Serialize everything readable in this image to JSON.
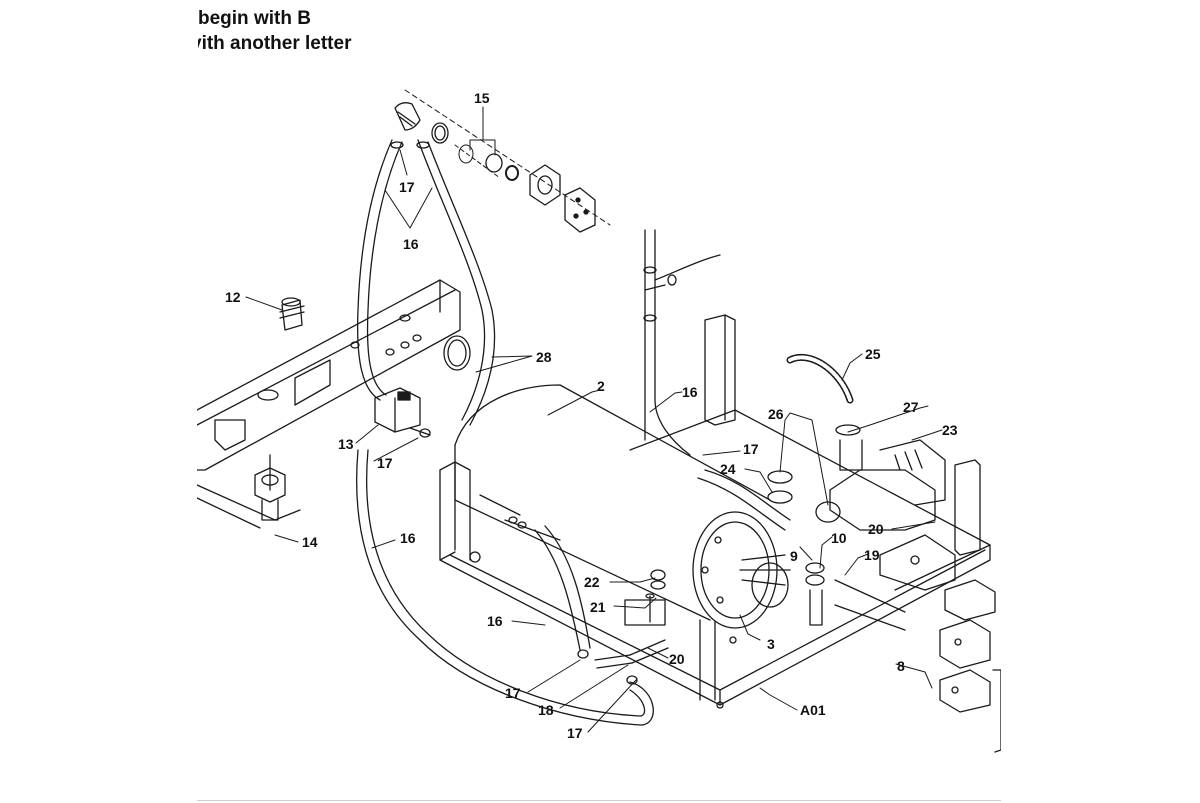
{
  "header": {
    "line1": "begin with B",
    "line2": "vith another letter"
  },
  "callouts": {
    "c2": "2",
    "c3": "3",
    "c8": "8",
    "c9": "9",
    "c10": "10",
    "c12": "12",
    "c13": "13",
    "c14": "14",
    "c15": "15",
    "c16a": "16",
    "c16b": "16",
    "c16c": "16",
    "c16d": "16",
    "c17a": "17",
    "c17b": "17",
    "c17c": "17",
    "c17d": "17",
    "c17e": "17",
    "c18": "18",
    "c19": "19",
    "c20a": "20",
    "c20b": "20",
    "c21": "21",
    "c22": "22",
    "c23": "23",
    "c24": "24",
    "c25": "25",
    "c26": "26",
    "c27": "27",
    "c28": "28",
    "cA01": "A01"
  }
}
